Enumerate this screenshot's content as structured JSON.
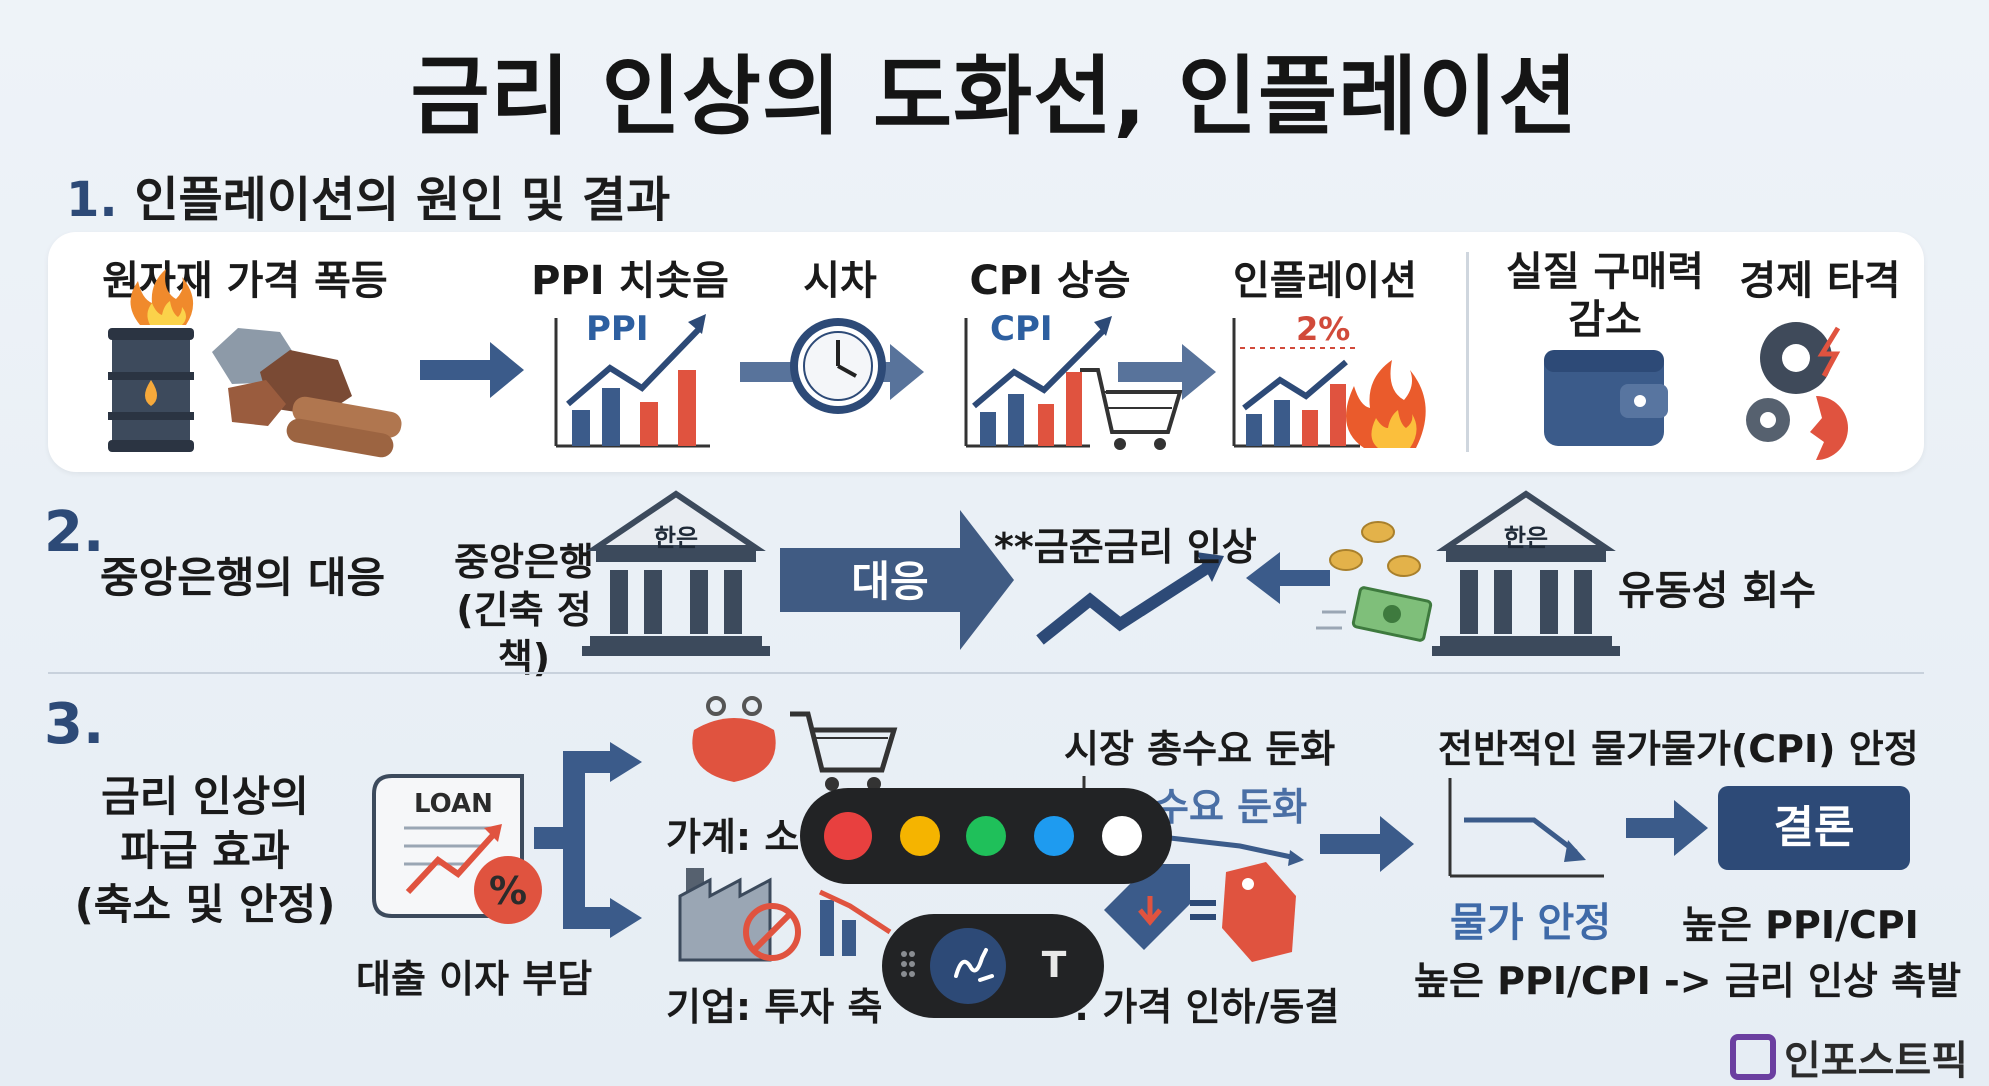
{
  "title": "금리 인상의 도화선, 인플레이션",
  "section1": {
    "number": "1.",
    "heading": "인플레이션의 원인 및 결과",
    "steps": [
      {
        "label": "원자재 가격 폭등"
      },
      {
        "label": "PPI 치솟음",
        "chart_label": "PPI"
      },
      {
        "label": "시차"
      },
      {
        "label": "CPI 상승",
        "chart_label": "CPI"
      },
      {
        "label": "인플레이션",
        "chart_label": "2%"
      },
      {
        "label_line1": "실질 구매력",
        "label_line2": "감소"
      },
      {
        "label": "경제 타격"
      }
    ]
  },
  "section2": {
    "number": "2.",
    "heading": "중앙은행의 대응",
    "bank_label_line1": "중앙은행",
    "bank_label_line2": "(긴축 정책)",
    "bank_sign": "한은",
    "arrow_label": "대응",
    "rate_label": "**금준금리 인상",
    "right_label": "유동성 회수"
  },
  "section3": {
    "number": "3.",
    "heading_line1": "금리 인상의",
    "heading_line2": "파급 효과",
    "heading_line3": "(축소 및 안정)",
    "loan_label": "LOAN",
    "loan_caption": "대출 이자 부담",
    "household_label": "가계: 소",
    "company_label": "기업: 투자 축",
    "demand_title": "시장 총수요 둔화",
    "demand_sub": "수요 둔화",
    "price_label": ": 가격 인하/동결",
    "overall_title": "전반적인 물가물가(CPI) 안정",
    "stable_label": "물가 안정",
    "bottom_label": "높은 PPI/CPI -> 금리 인상 촉발",
    "conclusion_box": "결론",
    "conclusion_text": "높은 PPI/CPI"
  },
  "toolbar": {
    "colors": [
      "#e8403f",
      "#f5b400",
      "#1fc05a",
      "#1e9bf0",
      "#ffffff"
    ],
    "tools": [
      "pen",
      "text"
    ],
    "text_tool_label": "T"
  },
  "brand": "인포스트픽",
  "palette": {
    "navy": "#2d4a77",
    "red": "#e0533f",
    "panel": "#ffffff"
  }
}
